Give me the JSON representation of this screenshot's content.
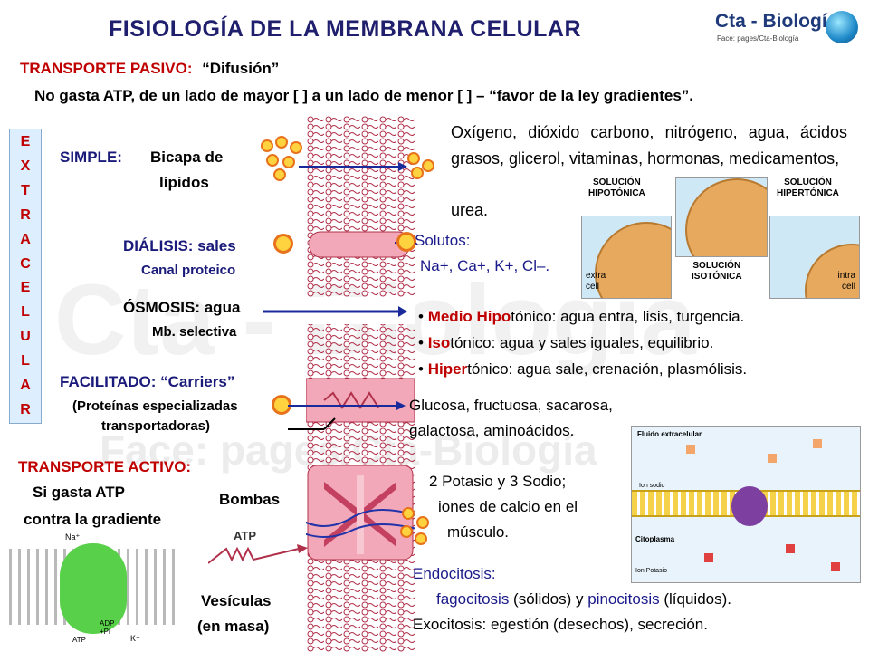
{
  "title": "FISIOLOGÍA  DE  LA  MEMBRANA  CELULAR",
  "logo": {
    "name": "Cta - Biología",
    "sub": "Face:  pages/Cta-Biología"
  },
  "watermark": {
    "big": "Cta - Biología",
    "small": "Face:   pages/Cta-Biología"
  },
  "passive": {
    "heading": "TRANSPORTE PASIVO:",
    "heading_quote": "“Difusión”",
    "desc": "No gasta ATP, de un lado de mayor [  ] a un lado de menor [  ] – “favor de la ley gradientes”."
  },
  "extracelular": [
    "E",
    "X",
    "T",
    "R",
    "A",
    "C",
    "E",
    "L",
    "U",
    "L",
    "A",
    "R"
  ],
  "simple": {
    "label": "SIMPLE:",
    "line1": "Bicapa de",
    "line2": "lípidos",
    "text": "Oxígeno, dióxido carbono, nitrógeno, agua, ácidos grasos, glicerol, vitaminas, hormonas, medicamentos,",
    "text_end": "urea."
  },
  "solutions": {
    "hypo": "SOLUCIÓN\nHIPOTÓNICA",
    "iso": "SOLUCIÓN\nISOTÓNICA",
    "hyper": "SOLUCIÓN\nHIPERTÓNICA",
    "extra_cell": "extra\ncell",
    "intra_cell": "intra\ncell"
  },
  "dialisis": {
    "label": "DIÁLISIS: sales",
    "sub": "Canal proteico",
    "solutes": "Solutos:",
    "ions": "Na+, Ca+, K+, Cl–."
  },
  "osmosis": {
    "label": "ÓSMOSIS: agua",
    "sub": "Mb. selectiva",
    "b1_hl": "Medio Hipo",
    "b1_rest": "tónico: agua entra, lisis, turgencia.",
    "b2_hl": "Iso",
    "b2_rest": "tónico: agua y sales iguales, equilibrio.",
    "b3_hl": "Hiper",
    "b3_rest": "tónico:  agua sale, crenación, plasmólisis."
  },
  "facilitado": {
    "label": "FACILITADO:  “Carriers”",
    "sub1": "(Proteínas especializadas",
    "sub2": "transportadoras)",
    "text1": "Glucosa, fructuosa, sacarosa,",
    "text2": "galactosa, aminoácidos."
  },
  "active": {
    "heading": "TRANSPORTE ACTIVO:",
    "l1": "Si gasta ATP",
    "l2": "contra la gradiente",
    "bombas": "Bombas",
    "atp": "ATP",
    "pump1": "2 Potasio y 3 Sodio;",
    "pump2": "iones de calcio en el",
    "pump3": "músculo.",
    "vesiculas1": "Vesículas",
    "vesiculas2": "(en masa)"
  },
  "pump_panel": {
    "top": "Fluido extracelular",
    "ion_na": "Ion sodio",
    "cyto": "Citoplasma",
    "ion_k": "Ion Potasio"
  },
  "pump_small": {
    "na": "Na⁺",
    "k": "K⁺",
    "adp": "ADP",
    "pi": "+Pi",
    "atp": "ATP"
  },
  "endo": {
    "label": "Endocitosis:",
    "fago": "fagocitosis",
    "fago_rest": " (sólidos) y ",
    "pino": "pinocitosis",
    "pino_rest": " (líquidos).",
    "exo": "Exocitosis: egestión (desechos), secreción."
  }
}
